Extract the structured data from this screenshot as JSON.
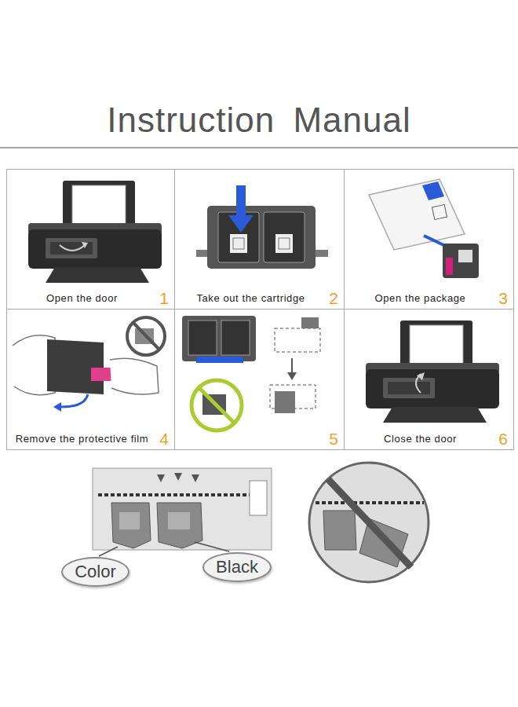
{
  "diagram": {
    "title": "Instruction Manual",
    "nodes": [
      {
        "text": [
          "Open the door",
          "1"
        ]
      },
      {
        "text": [
          "Take out the cartridge",
          "2"
        ]
      },
      {
        "text": [
          "Open the package",
          "3"
        ]
      },
      {
        "text": [
          "Remove the protective film",
          "4"
        ]
      },
      {
        "text": [
          "5"
        ]
      },
      {
        "text": [
          "Close the door",
          "6"
        ]
      },
      {
        "text": [
          "Color"
        ]
      },
      {
        "text": [
          "Black"
        ]
      }
    ]
  }
}
